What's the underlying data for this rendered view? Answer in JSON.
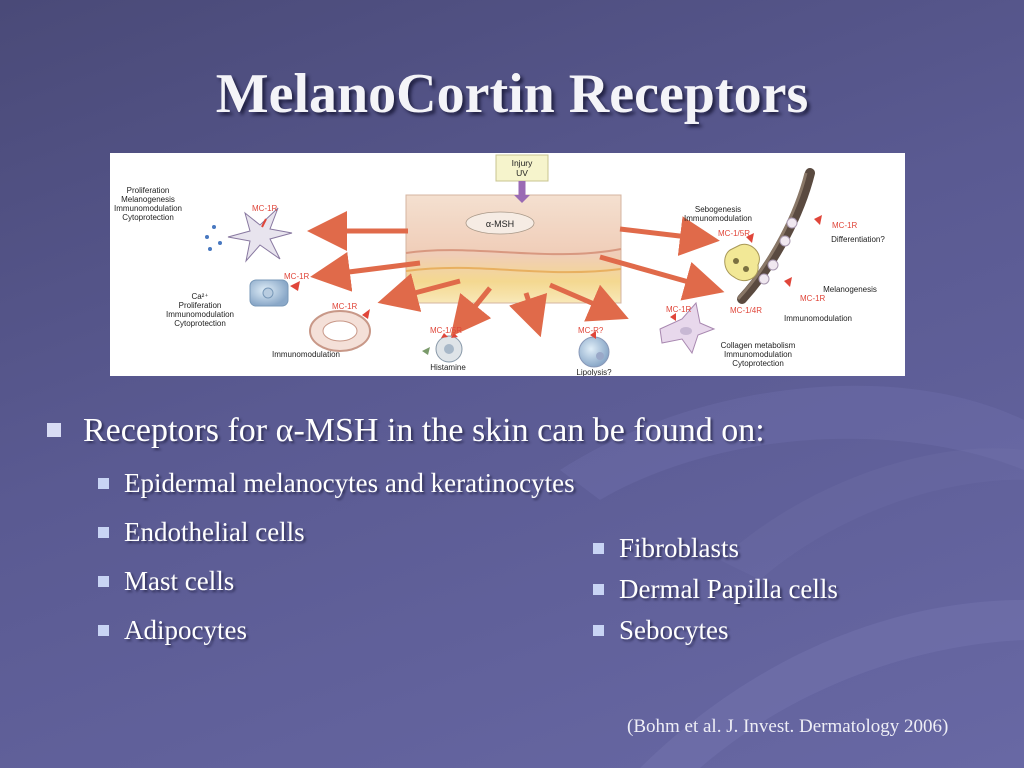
{
  "title": "MelanoCortin Receptors",
  "figure": {
    "stimulus": [
      "Injury",
      "UV"
    ],
    "center": "α-MSH",
    "melanocyte": {
      "receptor": "MC-1R",
      "effects": [
        "Proliferation",
        "Melanogenesis",
        "Immunomodulation",
        "Cytoprotection"
      ]
    },
    "keratinocyte": {
      "receptor": "MC-1R",
      "ion": "Ca²⁺",
      "effects": [
        "Proliferation",
        "Immunomodulation",
        "Cytoprotection"
      ]
    },
    "endothelial": {
      "receptor": "MC-1R",
      "effects": [
        "Immunomodulation"
      ]
    },
    "mast": {
      "receptor": "MC-1/5R",
      "effects": [
        "Histamine"
      ]
    },
    "adipocyte": {
      "receptor": "MC-R?",
      "effects": [
        "Lipolysis?"
      ]
    },
    "fibroblast": {
      "receptor": "MC-1R",
      "effects": [
        "Collagen metabolism",
        "Immunomodulation",
        "Cytoprotection"
      ]
    },
    "sebocyte": {
      "receptor": "MC-1/5R",
      "effects": [
        "Sebogenesis",
        "Immunomodulation"
      ]
    },
    "hair_top": {
      "receptor": "MC-1R",
      "effects": [
        "Differentiation?"
      ]
    },
    "hair_bottom": {
      "receptor_a": "MC-1R",
      "receptor_b": "MC-1/4R",
      "effects": [
        "Melanogenesis",
        "Immunomodulation"
      ]
    }
  },
  "bullets": {
    "main": {
      "prefix": "Receptors for ",
      "symbol": "α",
      "suffix": "-MSH in the skin can be found on:"
    },
    "left": [
      "Epidermal melanocytes and keratinocytes",
      "Endothelial cells",
      "Mast cells",
      "Adipocytes"
    ],
    "right": [
      "Fibroblasts",
      "Dermal Papilla cells",
      "Sebocytes"
    ]
  },
  "citation": "(Bohm et al. J. Invest. Dermatology 2006)",
  "colors": {
    "background": "#5a5a92",
    "bullet": "#d8dcf4",
    "arrow": "#e06a4a",
    "receptor_label": "#e0463a"
  }
}
